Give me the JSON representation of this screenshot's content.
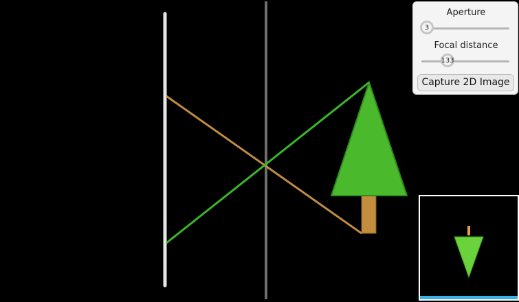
{
  "controls": {
    "aperture": {
      "label": "Aperture",
      "value": "3",
      "min": 1,
      "max": 100
    },
    "focal_distance": {
      "label": "Focal distance",
      "value": "133",
      "min": 100,
      "max": 400
    },
    "capture_label": "Capture 2D Image"
  },
  "colors": {
    "background": "#000000",
    "film": "#e6e6e6",
    "lens": "#6e6e6e",
    "tree_foliage": "#4ab92c",
    "tree_outline": "#2e8a1e",
    "trunk": "#c38d3e",
    "ray_green": "#3bb82a",
    "ray_orange": "#c38d3e",
    "preview_bar": "#3db0e8"
  },
  "icons": {
    "tree": "tree-icon",
    "preview_tree": "inverted-tree-icon"
  }
}
